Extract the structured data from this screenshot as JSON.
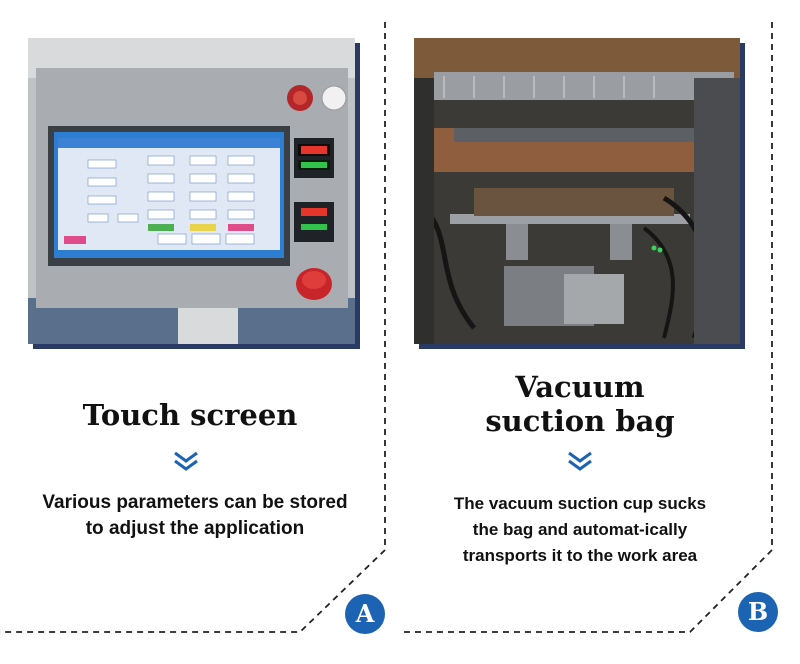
{
  "panels": [
    {
      "title": "Touch screen",
      "description": "Various parameters can be stored to adjust the application",
      "badge": "A"
    },
    {
      "title_line1": "Vacuum",
      "title_line2": "suction bag",
      "description": "The vacuum suction cup sucks the bag and automat-ically transports it to the work area",
      "badge": "B"
    }
  ],
  "colors": {
    "accent": "#1d63b4",
    "shadow": "#2a3a64",
    "text": "#111111"
  },
  "icons": {
    "chevron": "double-chevron-down-icon"
  }
}
